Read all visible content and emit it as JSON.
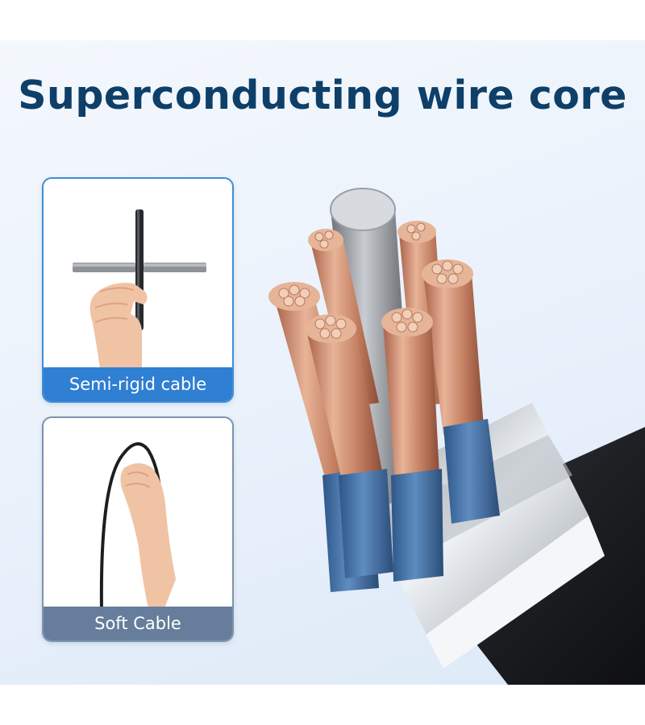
{
  "headline": "Superconducting wire core",
  "cards": [
    {
      "label": "Semi-rigid cable",
      "accent": "#2f7fd3"
    },
    {
      "label": "Soft Cable",
      "accent": "#667d9b"
    }
  ],
  "colors": {
    "headline": "#0e3f68",
    "copper": "#c98a6a",
    "insulation": "#3f6fa3",
    "jacket": "#1f2226",
    "shield": "#c8cdd3"
  }
}
